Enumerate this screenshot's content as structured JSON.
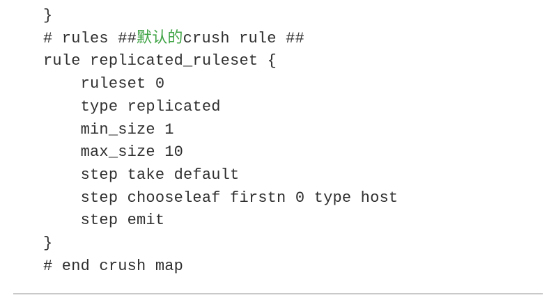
{
  "colors": {
    "background": "#ffffff",
    "text": "#2f2f2f",
    "comment_highlight_green": "#3ea344",
    "divider": "#c9c9c9"
  },
  "code": {
    "lines": [
      {
        "text": "}"
      },
      {
        "segments": [
          {
            "text": "# rules ##"
          },
          {
            "text": "默认的",
            "color": "#3ea344"
          },
          {
            "text": "crush rule ##"
          }
        ]
      },
      {
        "text": "rule replicated_ruleset {"
      },
      {
        "text": "    ruleset 0"
      },
      {
        "text": "    type replicated"
      },
      {
        "text": "    min_size 1"
      },
      {
        "text": "    max_size 10"
      },
      {
        "text": "    step take default"
      },
      {
        "text": "    step chooseleaf firstn 0 type host"
      },
      {
        "text": "    step emit"
      },
      {
        "text": "}"
      },
      {
        "text": "# end crush map"
      }
    ]
  }
}
